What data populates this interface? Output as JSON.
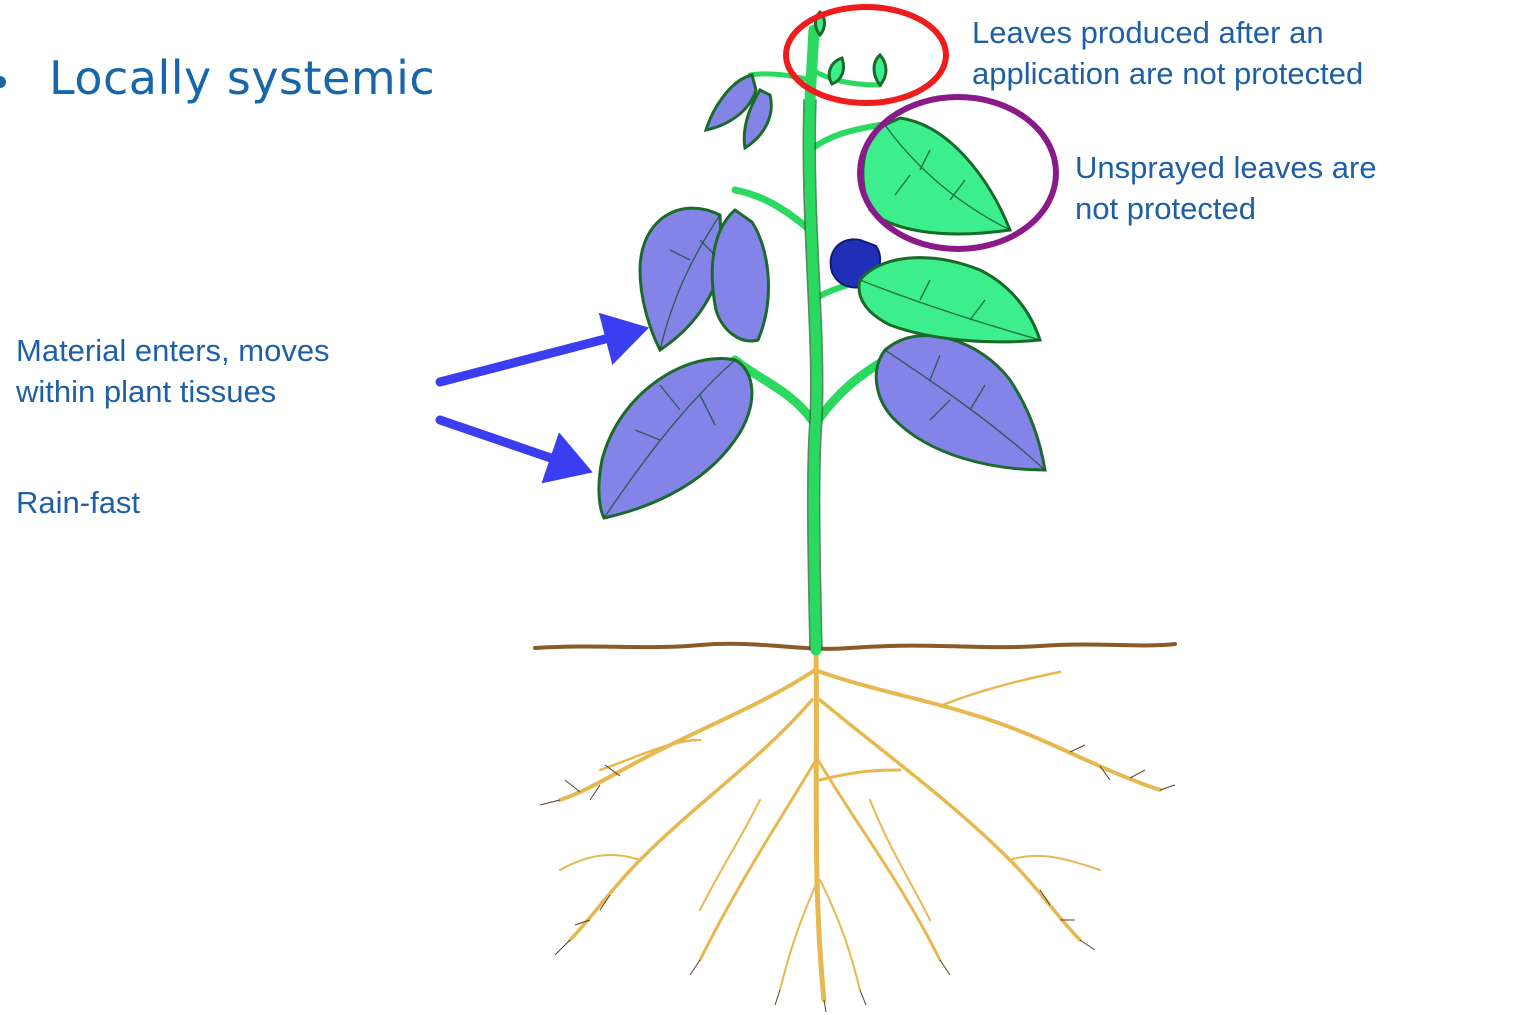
{
  "slide": {
    "bullet": "Locally systemic"
  },
  "callouts": {
    "new_leaves": {
      "line1": "Leaves produced after an",
      "line2": "application are not protected"
    },
    "unsprayed": {
      "line1": "Unsprayed leaves are",
      "line2": "not protected"
    },
    "material": {
      "line1": "Material enters, moves",
      "line2": "within plant tissues"
    },
    "rainfast": "Rain-fast"
  },
  "icons": {
    "diagram": "plant-with-roots-icon",
    "arrows": "arrow-icon",
    "circles": "highlight-circle-icon"
  },
  "colors": {
    "text_blue": "#1f5fa6",
    "title_blue": "#1766aa",
    "treated_leaf": "#8484e8",
    "untreated_leaf": "#3dee8c",
    "stem": "#2bd860",
    "soil_line": "#8a5a2b",
    "root": "#e8b850",
    "arrow": "#3a3ef0",
    "circle_red": "#ee1c1c",
    "circle_purple": "#8a1a8a"
  }
}
